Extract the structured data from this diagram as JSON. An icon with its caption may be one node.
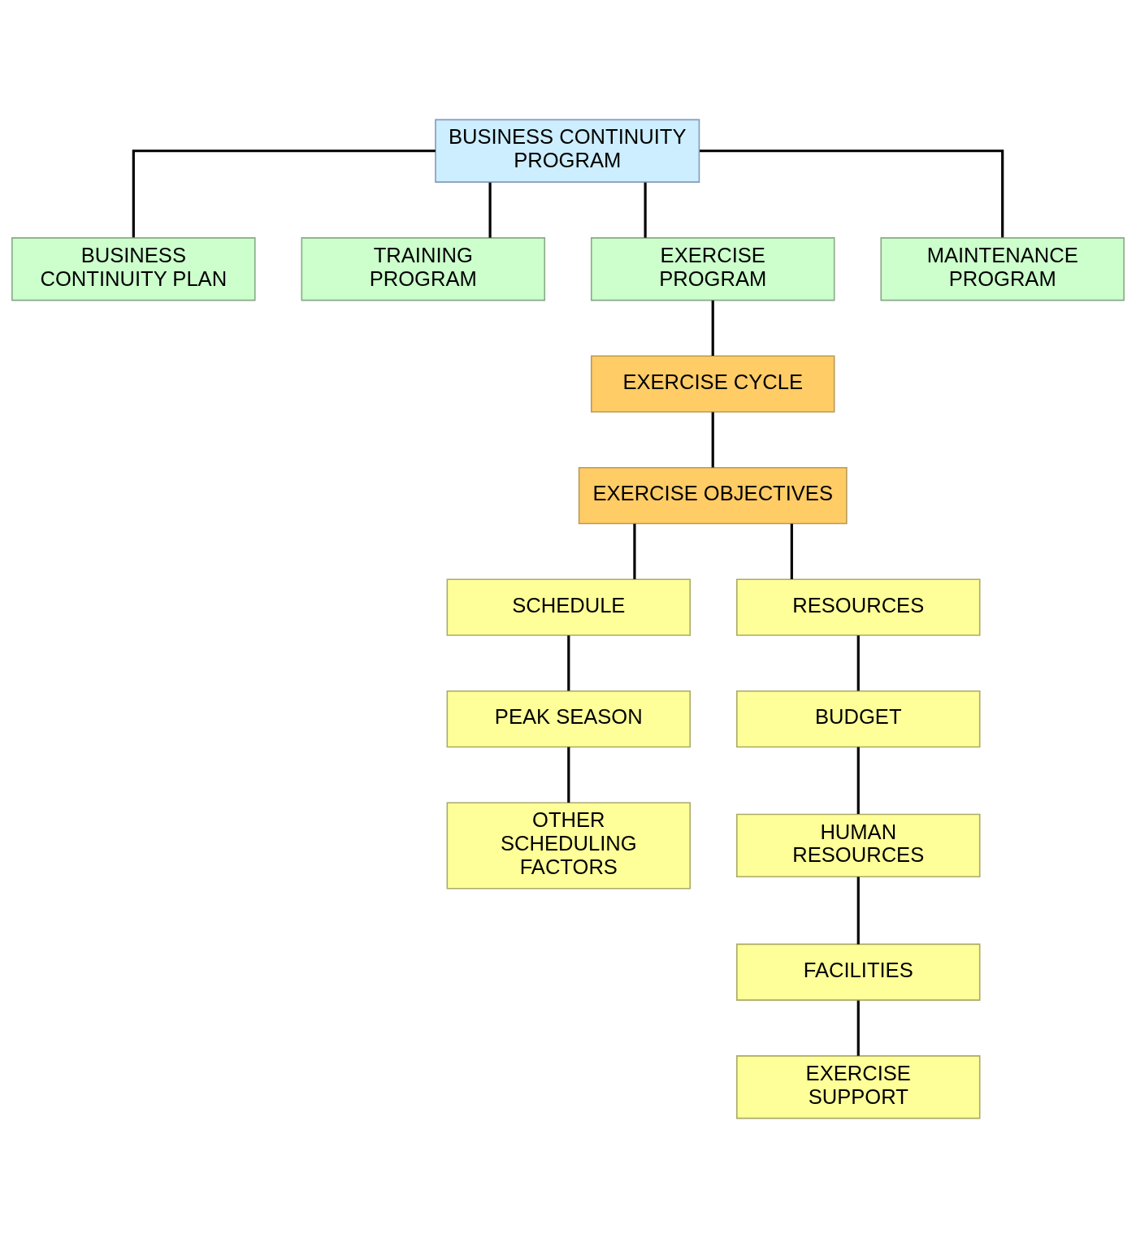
{
  "diagram": {
    "nodes": [
      {
        "text": [
          "BUSINESS CONTINUITY PROGRAM"
        ]
      },
      {
        "text": [
          "BUSINESS CONTINUITY PLAN"
        ]
      },
      {
        "text": [
          "TRAINING PROGRAM"
        ]
      },
      {
        "text": [
          "EXERCISE PROGRAM"
        ]
      },
      {
        "text": [
          "MAINTENANCE PROGRAM"
        ]
      },
      {
        "text": [
          "EXERCISE CYCLE"
        ]
      },
      {
        "text": [
          "EXERCISE OBJECTIVES"
        ]
      },
      {
        "text": [
          "SCHEDULE"
        ]
      },
      {
        "text": [
          "PEAK SEASON"
        ]
      },
      {
        "text": [
          "OTHER SCHEDULING FACTORS"
        ]
      },
      {
        "text": [
          "RESOURCES"
        ]
      },
      {
        "text": [
          "BUDGET"
        ]
      },
      {
        "text": [
          "HUMAN RESOURCES"
        ]
      },
      {
        "text": [
          "FACILITIES"
        ]
      },
      {
        "text": [
          "EXERCISE SUPPORT"
        ]
      }
    ],
    "edges": [
      {
        "from": 0,
        "to": 1,
        "arrow": "none"
      },
      {
        "from": 0,
        "to": 2,
        "arrow": "none"
      },
      {
        "from": 0,
        "to": 3,
        "arrow": "none"
      },
      {
        "from": 0,
        "to": 4,
        "arrow": "none"
      },
      {
        "from": 3,
        "to": 5,
        "arrow": "none"
      },
      {
        "from": 5,
        "to": 6,
        "arrow": "none"
      },
      {
        "from": 6,
        "to": 7,
        "arrow": "none"
      },
      {
        "from": 6,
        "to": 10,
        "arrow": "none"
      },
      {
        "from": 7,
        "to": 8,
        "arrow": "none"
      },
      {
        "from": 8,
        "to": 9,
        "arrow": "none"
      },
      {
        "from": 10,
        "to": 11,
        "arrow": "none"
      },
      {
        "from": 11,
        "to": 12,
        "arrow": "none"
      },
      {
        "from": 12,
        "to": 13,
        "arrow": "none"
      },
      {
        "from": 13,
        "to": 14,
        "arrow": "none"
      }
    ]
  }
}
